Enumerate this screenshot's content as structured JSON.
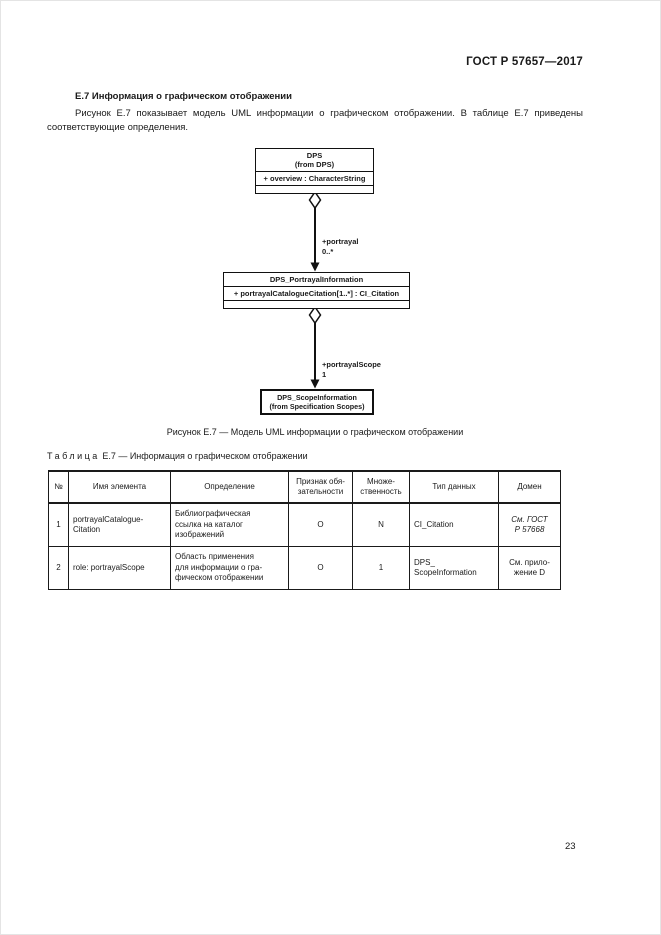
{
  "page": {
    "header": "ГОСТ Р 57657—2017",
    "number": "23"
  },
  "section": {
    "heading": "Е.7 Информация о графическом отображении",
    "paragraph": "Рисунок Е.7 показывает модель UML информации о графическом отображении. В таблице Е.7 приведены соответствующие определения."
  },
  "diagram": {
    "dps_box": {
      "title": "DPS",
      "stereotype": "(from DPS)",
      "attribute": "+ overview : CharacterString"
    },
    "portrayal_box": {
      "title": "DPS_PortrayalInformation",
      "attribute": "+ portrayalCatalogueCitation[1..*] : CI_Citation"
    },
    "scope_box": {
      "title": "DPS_ScopeInformation",
      "stereotype": "(from Specification Scopes)"
    },
    "assoc1": {
      "role": "+portrayal",
      "multiplicity": "0..*"
    },
    "assoc2": {
      "role": "+portrayalScope",
      "multiplicity": "1"
    }
  },
  "figure": {
    "caption": "Рисунок Е.7 — Модель UML информации о графическом отображении"
  },
  "table": {
    "title_label": "Таблица",
    "title_rest": "Е.7 — Информация о графическом отображении",
    "headers": [
      "№",
      "Имя элемента",
      "Определение",
      "Признак обя-\nзательности",
      "Множе-\nственность",
      "Тип данных",
      "Домен"
    ],
    "rows": [
      {
        "num": "1",
        "name": "portrayalCatalogue-\nCitation",
        "definition": "Библиографическая\nссылка на каталог\nизображений",
        "mandatory": "О",
        "multiplicity": "N",
        "type": "CI_Citation",
        "domain": "См. ГОСТ\nР 57668"
      },
      {
        "num": "2",
        "name": "role: portrayalScope",
        "definition": "Область применения\nдля информации о гра-\nфическом отображении",
        "mandatory": "О",
        "multiplicity": "1",
        "type": "DPS_\nScopeInformation",
        "domain": "См. прило-\nжение D"
      }
    ]
  }
}
